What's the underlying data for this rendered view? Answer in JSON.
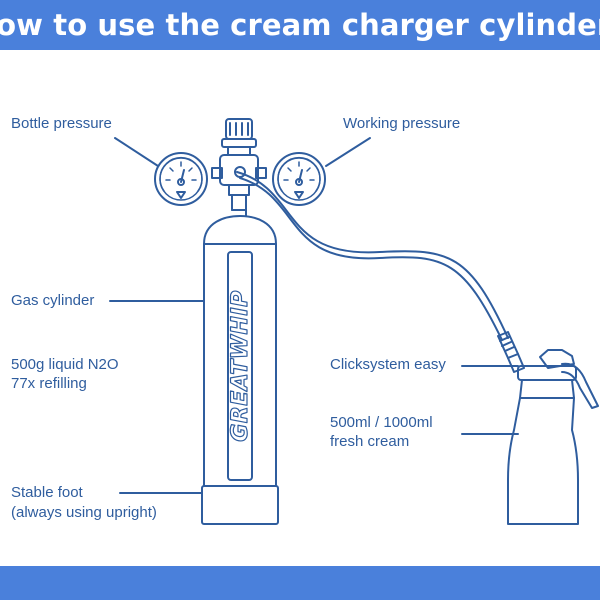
{
  "title": "How to use the cream charger cylinder?",
  "colors": {
    "banner": "#4a80db",
    "line": "#2f5d9e",
    "text": "#2f5d9e",
    "background": "#ffffff"
  },
  "labels": {
    "bottle_pressure": "Bottle pressure",
    "working_pressure": "Working pressure",
    "gas_cylinder": "Gas cylinder",
    "liquid_line1": "500g liquid N2O",
    "liquid_line2": "77x refilling",
    "clicksystem": "Clicksystem easy",
    "cream_line1": "500ml / 1000ml",
    "cream_line2": "fresh cream",
    "foot_line1": "Stable foot",
    "foot_line2": "(always using upright)"
  },
  "brand_text": "GREATWHIP"
}
